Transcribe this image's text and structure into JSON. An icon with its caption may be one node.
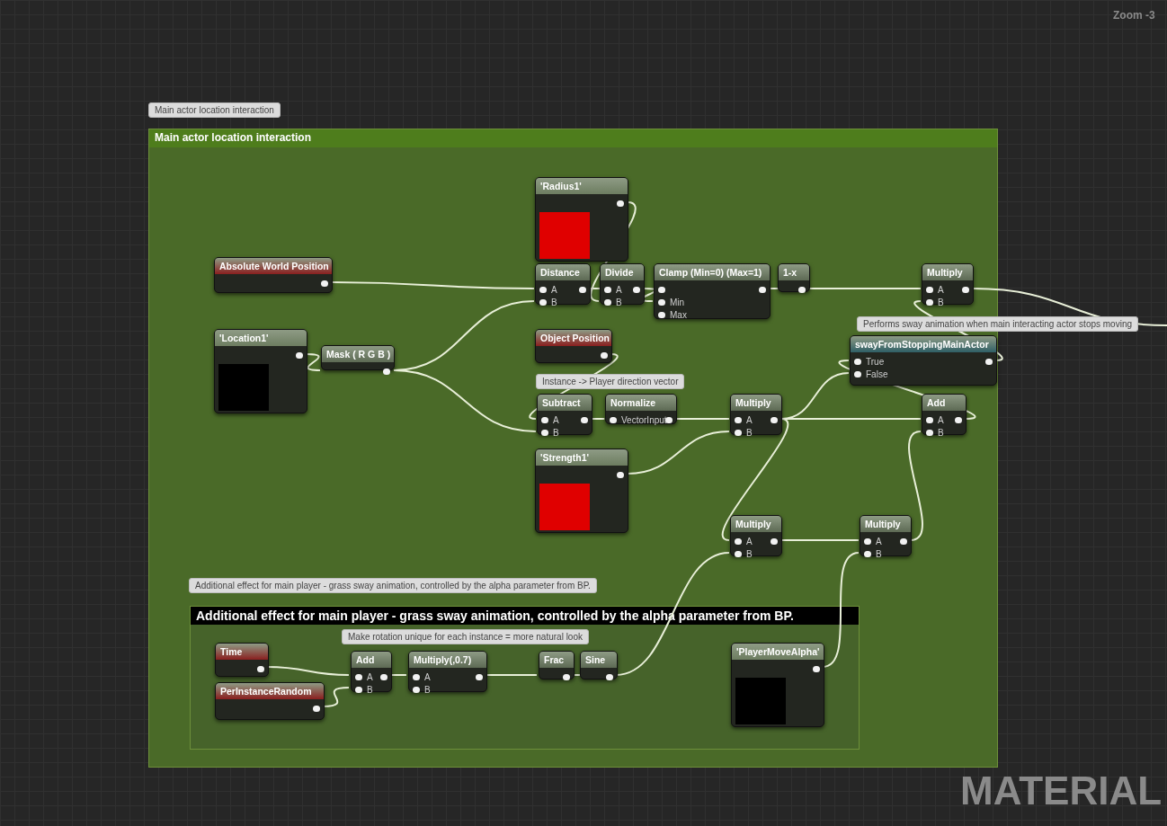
{
  "diagram": {
    "nodes": [
      {
        "text": [
          "Main actor location interaction"
        ],
        "beside": [
          "Main actor location interaction"
        ]
      },
      {
        "text": [
          "Absolute World Position"
        ],
        "in": 0
      },
      {
        "text": [
          "'Location1'"
        ],
        "in": 0
      },
      {
        "text": [
          "Mask ( R G B )"
        ],
        "in": 0
      },
      {
        "text": [
          "'Radius1'"
        ],
        "in": 0
      },
      {
        "text": [
          "Distance",
          "A",
          "B"
        ],
        "in": 0
      },
      {
        "text": [
          "Divide",
          "A",
          "B"
        ],
        "in": 0
      },
      {
        "text": [
          "Clamp (Min=0) (Max=1)",
          "Min",
          "Max"
        ],
        "in": 0
      },
      {
        "text": [
          "1-x"
        ],
        "in": 0
      },
      {
        "text": [
          "Multiply",
          "A",
          "B"
        ],
        "in": 0
      },
      {
        "text": [
          "Object Position"
        ],
        "in": 0
      },
      {
        "text": [
          "Subtract",
          "A",
          "B"
        ],
        "in": 0,
        "beside": [
          "Instance -> Player direction vector"
        ]
      },
      {
        "text": [
          "Normalize",
          "VectorInput"
        ],
        "in": 0
      },
      {
        "text": [
          "Multiply",
          "A",
          "B"
        ],
        "in": 0
      },
      {
        "text": [
          "'Strength1'"
        ],
        "in": 0
      },
      {
        "text": [
          "swayFromStoppingMainActor",
          "True",
          "False"
        ],
        "in": 0,
        "beside": [
          "Performs sway animation when main interacting actor stops moving"
        ]
      },
      {
        "text": [
          "Add",
          "A",
          "B"
        ],
        "in": 0
      },
      {
        "text": [
          "Multiply",
          "A",
          "B"
        ],
        "in": 0
      },
      {
        "text": [
          "Multiply",
          "A",
          "B"
        ],
        "in": 0
      },
      {
        "text": [
          "Additional effect for main player - grass sway animation, controlled by the alpha parameter from BP."
        ],
        "in": 0,
        "beside": [
          "Additional effect for main player - grass sway animation, controlled by the alpha parameter from BP."
        ]
      },
      {
        "text": [
          "Time"
        ],
        "in": 19
      },
      {
        "text": [
          "PerInstanceRandom"
        ],
        "in": 19
      },
      {
        "text": [
          "Add",
          "A",
          "B"
        ],
        "in": 19,
        "beside": [
          "Make rotation unique for each instance = more natural look"
        ]
      },
      {
        "text": [
          "Multiply(,0.7)",
          "A",
          "B"
        ],
        "in": 19
      },
      {
        "text": [
          "Frac"
        ],
        "in": 19
      },
      {
        "text": [
          "Sine"
        ],
        "in": 19
      },
      {
        "text": [
          "'PlayerMoveAlpha'"
        ],
        "in": 19
      }
    ],
    "edges": [
      {
        "from": 1,
        "to": 5,
        "arrow": "none"
      },
      {
        "from": 2,
        "to": 3,
        "arrow": "none"
      },
      {
        "from": 3,
        "to": 5,
        "arrow": "none"
      },
      {
        "from": 4,
        "to": 6,
        "arrow": "none"
      },
      {
        "from": 5,
        "to": 6,
        "arrow": "none"
      },
      {
        "from": 6,
        "to": 7,
        "arrow": "none"
      },
      {
        "from": 7,
        "to": 8,
        "arrow": "none"
      },
      {
        "from": 8,
        "to": 9,
        "arrow": "none"
      },
      {
        "from": 9,
        "to": null,
        "arrow": "none"
      },
      {
        "from": 10,
        "to": 11,
        "arrow": "none"
      },
      {
        "from": 3,
        "to": 11,
        "arrow": "none"
      },
      {
        "from": 11,
        "to": 12,
        "arrow": "none"
      },
      {
        "from": 12,
        "to": 13,
        "arrow": "none"
      },
      {
        "from": 14,
        "to": 13,
        "arrow": "none"
      },
      {
        "from": 13,
        "to": 15,
        "arrow": "none"
      },
      {
        "from": 16,
        "to": 15,
        "arrow": "none"
      },
      {
        "from": 15,
        "to": 9,
        "arrow": "none"
      },
      {
        "from": 13,
        "to": 16,
        "arrow": "none"
      },
      {
        "from": 13,
        "to": 17,
        "arrow": "none"
      },
      {
        "from": 18,
        "to": 16,
        "arrow": "none"
      },
      {
        "from": 17,
        "to": 18,
        "arrow": "none"
      },
      {
        "from": 20,
        "to": 22,
        "arrow": "none"
      },
      {
        "from": 21,
        "to": 22,
        "arrow": "none"
      },
      {
        "from": 22,
        "to": 23,
        "arrow": "none"
      },
      {
        "from": 23,
        "to": 24,
        "arrow": "none"
      },
      {
        "from": 24,
        "to": 25,
        "arrow": "none"
      },
      {
        "from": 25,
        "to": 17,
        "arrow": "none"
      },
      {
        "from": 26,
        "to": 18,
        "arrow": "none"
      }
    ],
    "labels": [
      "Zoom -3",
      "MATERIAL"
    ]
  }
}
